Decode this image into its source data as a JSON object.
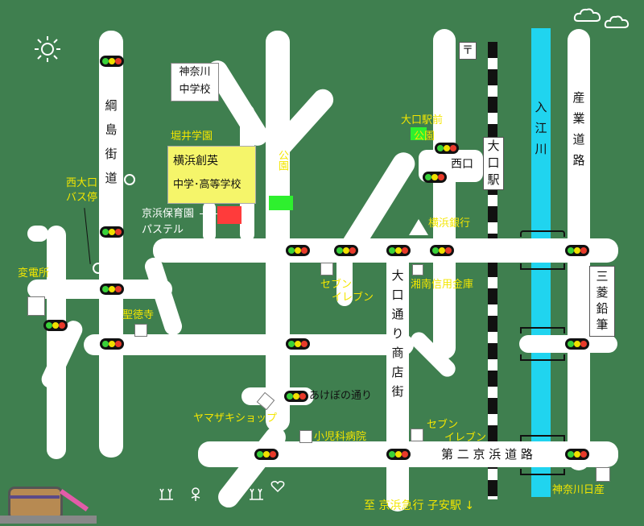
{
  "labels": {
    "kanagawa_jhs": "神奈川\n中学校",
    "horii": "堀井学園",
    "yokohama_soei_1": "横浜創英",
    "yokohama_soei_2": "中学･高等学校",
    "park": "公園",
    "keihin_nursery": "京浜保育園",
    "pastel": "パステル",
    "nishi_oguchi_bus_1": "西大口",
    "nishi_oguchi_bus_2": "バス停",
    "substation": "変電所",
    "shotokuji": "聖徳寺",
    "seven_1": "セブン",
    "seven_1b": "イレブン",
    "seven_2": "セブン",
    "seven_2b": "イレブン",
    "akebono": "あけぼの通り",
    "yamazaki": "ヤマザキショップ",
    "pediatric": "小児科病院",
    "oguchi_ekimae_park_1": "大口駅前",
    "oguchi_ekimae_park_2": "公園",
    "nishiguchi": "西口",
    "yokohama_bank": "横浜銀行",
    "shonan_shinkin": "湘南信用金庫",
    "daini_keihin": "第 二 京 浜 道 路",
    "kanagawa_nissan": "神奈川日産",
    "to_koyasu": "至 京浜急行 子安駅 ↓",
    "tsunashima_kaido": [
      "綱",
      "島",
      "街",
      "道"
    ],
    "oguchi_station": [
      "大",
      "口",
      "駅"
    ],
    "irie_river": [
      "入",
      "江",
      "川"
    ],
    "sangyo_doro": [
      "産",
      "業",
      "道",
      "路"
    ],
    "mitsubishi": [
      "三",
      "菱",
      "鉛",
      "筆"
    ],
    "oguchi_shotengai": [
      "大",
      "口",
      "通",
      "り",
      "商",
      "店",
      "街"
    ]
  },
  "icons": [
    "sun-icon",
    "cloud-icon",
    "post-office-icon",
    "traffic-signal-icon",
    "bank-icon",
    "bus-stop-icon",
    "tulip-icon",
    "heart-icon",
    "school-bag-icon"
  ],
  "colors": {
    "background": "#3f7f4f",
    "road": "#ffffff",
    "label_yellow": "#f3e600",
    "school_box": "#f5f56a",
    "nursery": "#ff3b3b",
    "park": "#2ef02e",
    "river": "#20d4ef"
  }
}
